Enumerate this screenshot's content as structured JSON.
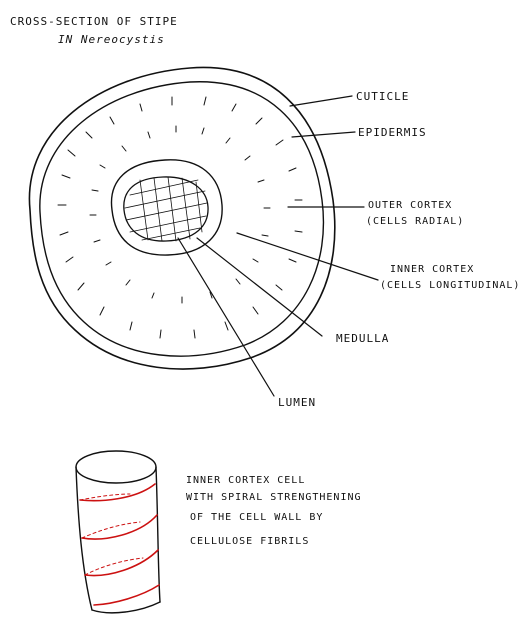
{
  "title": {
    "line1": "CROSS-SECTION  OF  STIPE",
    "line2": "IN  Nereocystis"
  },
  "labels": {
    "cuticle": "CUTICLE",
    "epidermis": "EPIDERMIS",
    "outer_cortex_1": "OUTER CORTEX",
    "outer_cortex_2": "(CELLS RADIAL)",
    "inner_cortex_1": "INNER CORTEX",
    "inner_cortex_2": "(CELLS LONGITUDINAL)",
    "medulla": "MEDULLA",
    "lumen": "LUMEN"
  },
  "cell_caption": {
    "line1": "INNER CORTEX CELL",
    "line2": "WITH SPIRAL STRENGTHENING",
    "line3": "OF THE CELL WALL BY",
    "line4": "CELLULOSE  FIBRILS"
  },
  "colors": {
    "ink": "#111111",
    "spiral": "#cc1111",
    "background": "#ffffff"
  }
}
